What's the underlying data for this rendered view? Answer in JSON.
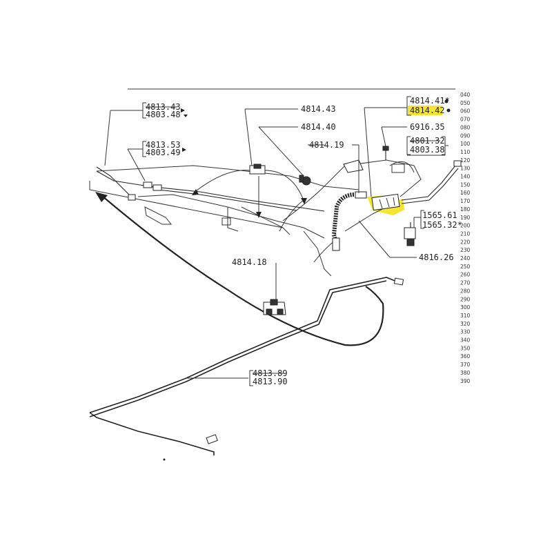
{
  "part_labels": {
    "p4813_43": "4813.43",
    "p4803_48": "4803.48",
    "p4813_53": "4813.53",
    "p4803_49": "4803.49",
    "p4814_43": "4814.43",
    "p4814_40": "4814.40",
    "p4814_19": "4814.19",
    "p4814_41": "4814.41*",
    "p4814_42": "4814.42",
    "p6916_35": "6916.35",
    "p4801_32": "4801.32",
    "p4803_38": "4803.38",
    "p1565_61": "1565.61",
    "p1565_32": "1565.32*",
    "p4816_26": "4816.26",
    "p4814_18": "4814.18",
    "p4813_89": "4813.89",
    "p4813_90": "4813.90"
  },
  "scale_ticks": [
    "040",
    "050",
    "060",
    "070",
    "080",
    "090",
    "100",
    "110",
    "120",
    "130",
    "140",
    "150",
    "160",
    "170",
    "180",
    "190",
    "200",
    "210",
    "220",
    "230",
    "240",
    "250",
    "260",
    "270",
    "280",
    "290",
    "300",
    "310",
    "320",
    "330",
    "340",
    "350",
    "360",
    "370",
    "380",
    "390"
  ],
  "colors": {
    "highlight": "#f5e532",
    "ink": "#222222"
  }
}
